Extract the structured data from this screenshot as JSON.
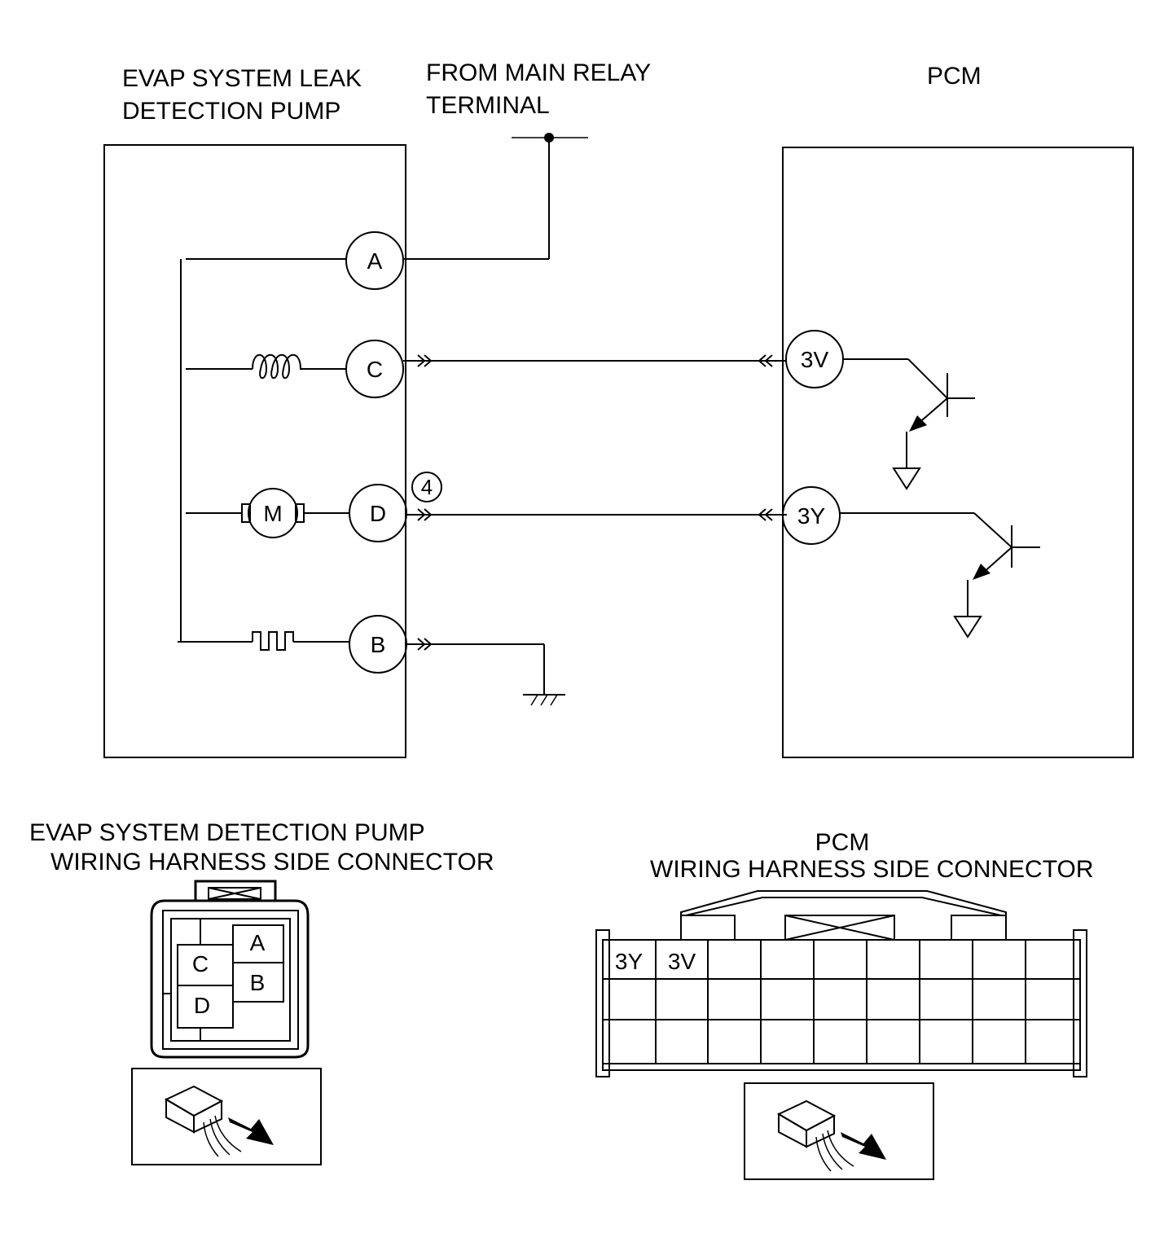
{
  "labels": {
    "pump_title_1": "EVAP SYSTEM LEAK",
    "pump_title_2": "DETECTION PUMP",
    "relay_title_1": "FROM MAIN RELAY",
    "relay_title_2": "TERMINAL",
    "pcm_title": "PCM",
    "pump_conn_title_1": "EVAP SYSTEM DETECTION PUMP",
    "pump_conn_title_2": "WIRING HARNESS SIDE CONNECTOR",
    "pcm_conn_title_1": "PCM",
    "pcm_conn_title_2": "WIRING HARNESS SIDE CONNECTOR"
  },
  "pump_terminals": {
    "a": "A",
    "b": "B",
    "c": "C",
    "d": "D"
  },
  "motor_label": "M",
  "pcm_terminals": {
    "v3": "3V",
    "y3": "3Y"
  },
  "step_marker": "4",
  "pump_connector_cells": {
    "a": "A",
    "b": "B",
    "c": "C",
    "d": "D"
  },
  "pcm_connector_cells": {
    "y3": "3Y",
    "v3": "3V"
  }
}
